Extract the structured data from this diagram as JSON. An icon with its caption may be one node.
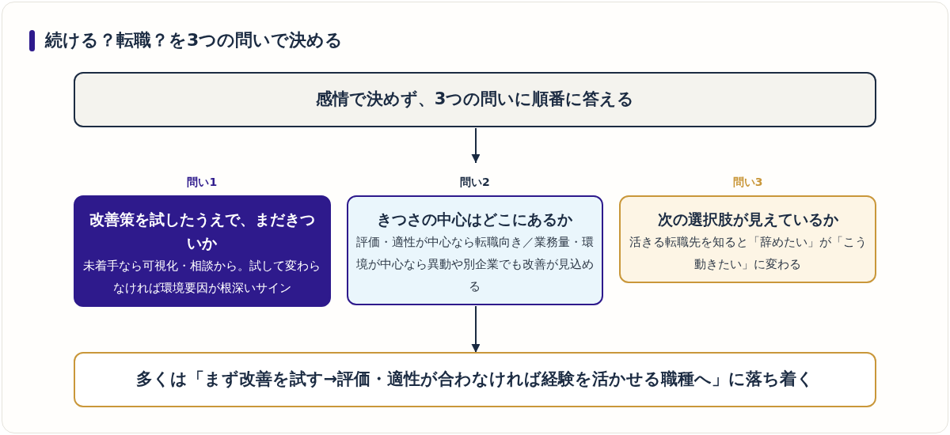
{
  "diagram": {
    "title": "続ける？転職？を3つの問いで決める",
    "nodes": [
      {
        "text": [
          "感情で決めず、3つの問いに順番に答える"
        ]
      },
      {
        "text": [
          "問い1",
          "改善策を試したうえで、まだきついか",
          "未着手なら可視化・相談から。試して変わらなければ環境要因が根深いサイン"
        ]
      },
      {
        "text": [
          "問い2",
          "きつさの中心はどこにあるか",
          "評価・適性が中心なら転職向き／業務量・環境が中心なら異動や別企業でも改善が見込める"
        ]
      },
      {
        "text": [
          "問い3",
          "次の選択肢が見えているか",
          "活きる転職先を知ると「辞めたい」が「こう動きたい」に変わる"
        ]
      },
      {
        "text": [
          "多くは「まず改善を試す→評価・適性が合わなければ経験を活かせる職種へ」に落ち着く"
        ]
      }
    ],
    "edges": [
      {
        "from": 0,
        "to": 2,
        "arrow": "to"
      },
      {
        "from": 2,
        "to": 4,
        "arrow": "to"
      }
    ]
  }
}
